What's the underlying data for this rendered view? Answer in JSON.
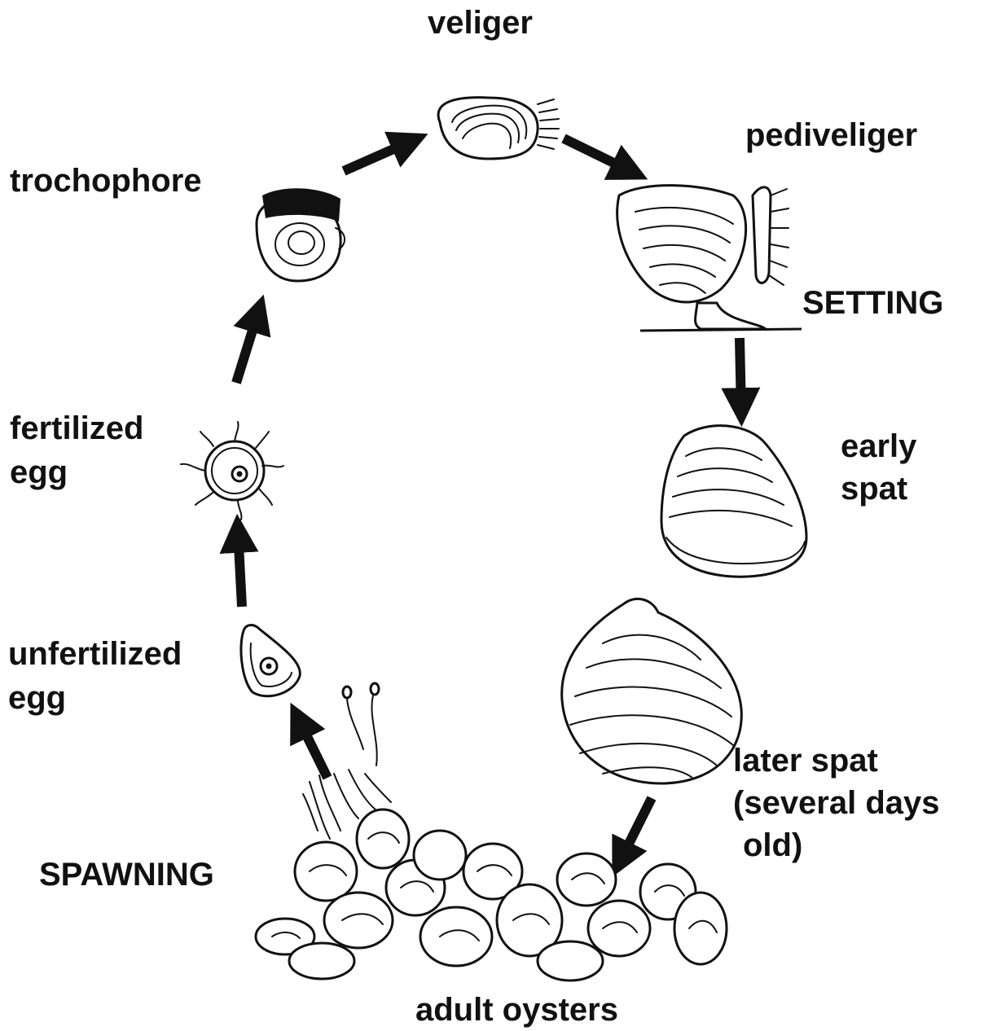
{
  "labels": {
    "veliger": "veliger",
    "pediveliger": "pediveliger",
    "trochophore": "trochophore",
    "setting": "SETTING",
    "fertilized_egg_1": "fertilized",
    "fertilized_egg_2": "egg",
    "early_spat_1": "early",
    "early_spat_2": "spat",
    "unfertilized_egg_1": "unfertilized",
    "unfertilized_egg_2": "egg",
    "later_spat_1": "later spat",
    "later_spat_2": "(several days",
    "later_spat_3": "old)",
    "spawning": "SPAWNING",
    "adult_oysters": "adult oysters"
  }
}
